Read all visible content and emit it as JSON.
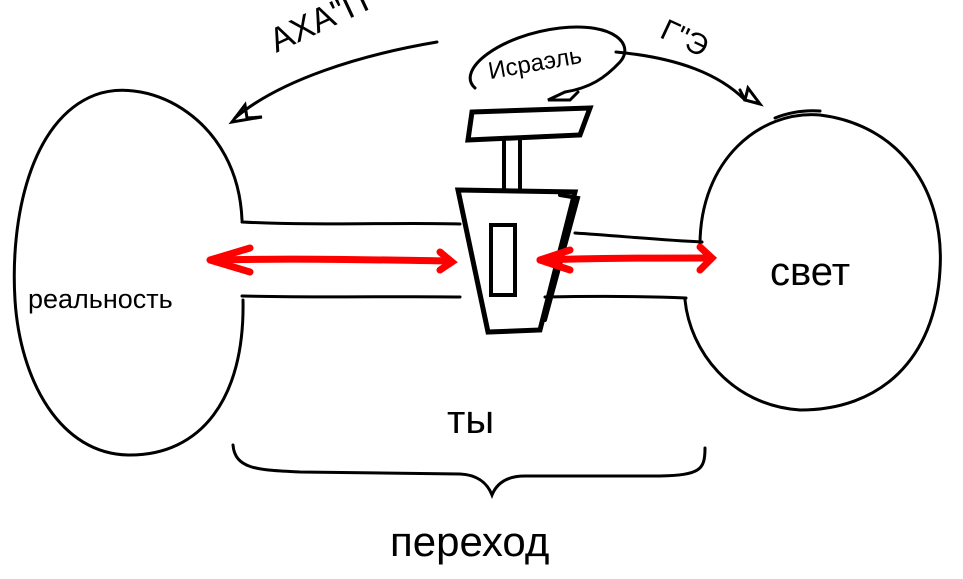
{
  "labels": {
    "left": "реальность",
    "right": "свет",
    "center": "ты",
    "bottom": "переход",
    "arrow_left": "АХА\"П",
    "arrow_right": "Г\"Э",
    "bubble": "Исраэль"
  },
  "colors": {
    "stroke": "#000000",
    "accent": "#ff0000"
  }
}
